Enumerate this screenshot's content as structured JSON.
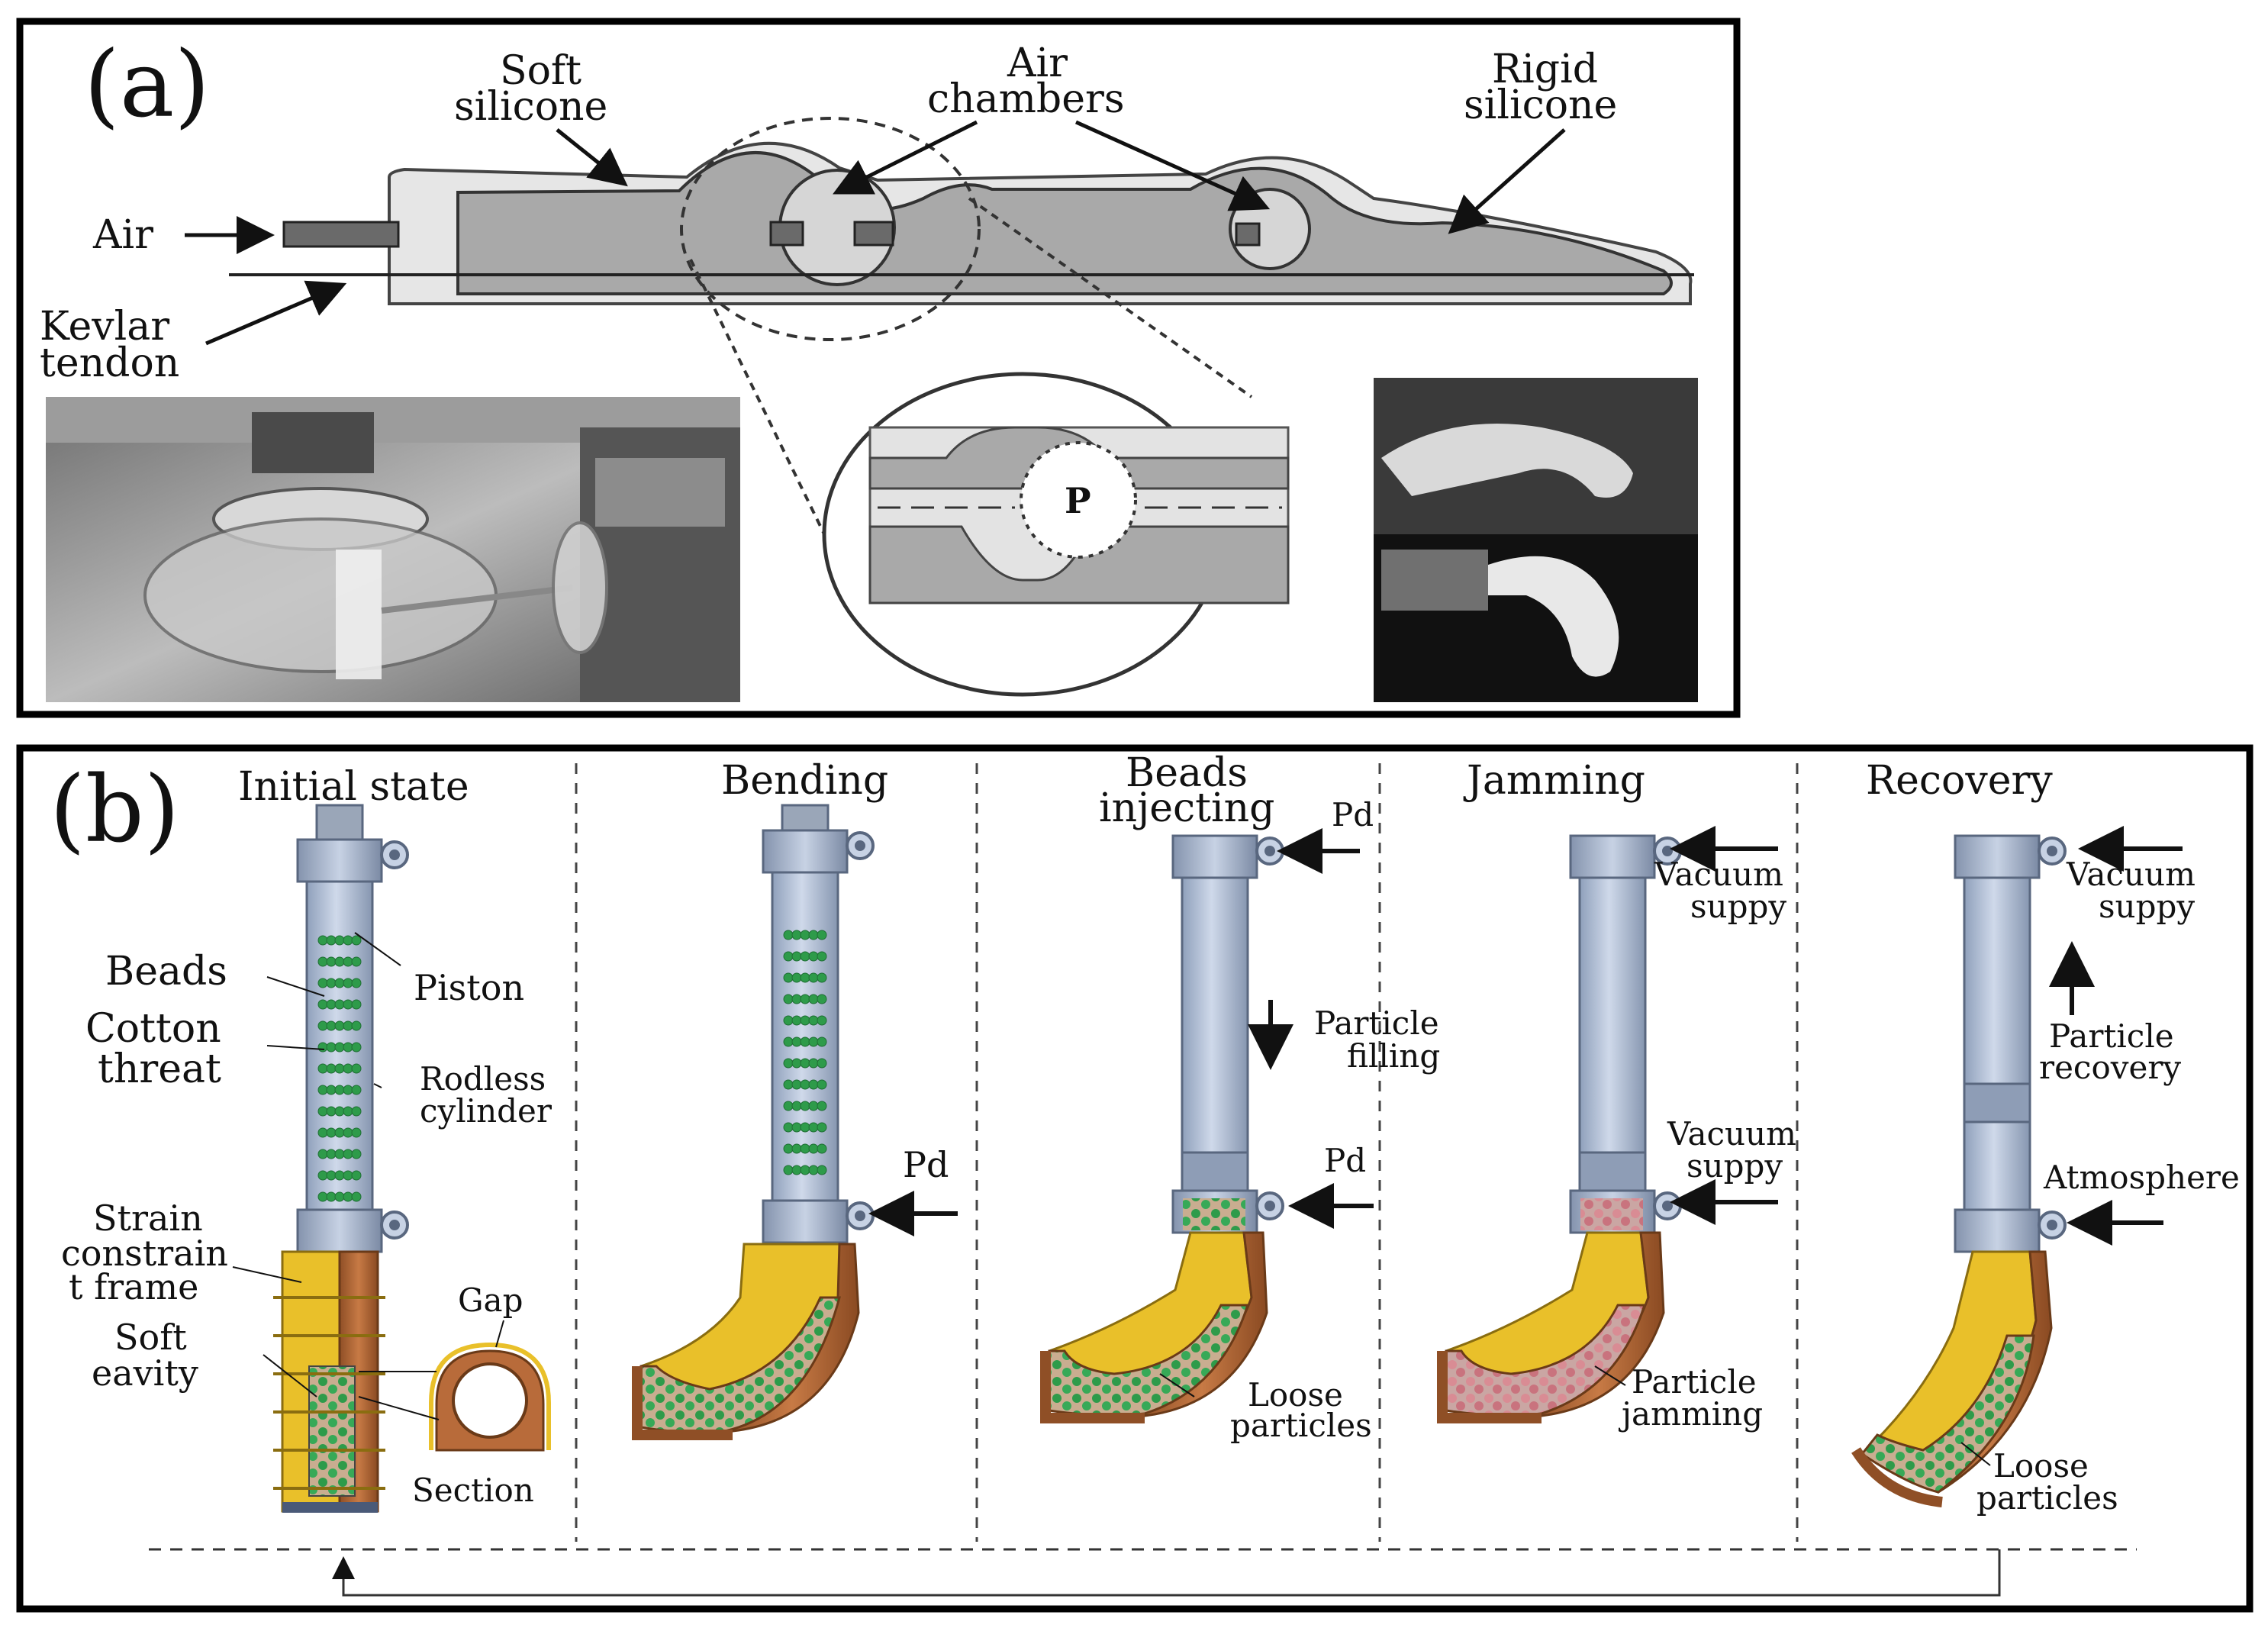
{
  "panel_a": {
    "letter": "(a)",
    "labels": {
      "soft_silicone": [
        "Soft",
        "silicone"
      ],
      "air_chambers": [
        "Air",
        "chambers"
      ],
      "rigid_silicone": [
        "Rigid",
        "silicone"
      ],
      "air": "Air",
      "kevlar_tendon": [
        "Kevlar",
        "tendon"
      ],
      "pressure": "P"
    }
  },
  "panel_b": {
    "letter": "(b)",
    "stages": {
      "s1": "Initial state",
      "s2": "Bending",
      "s3": [
        "Beads",
        "injecting"
      ],
      "s4": "Jamming",
      "s5": "Recovery"
    },
    "labels": {
      "beads": "Beads",
      "cotton_threat": [
        "Cotton",
        "threat"
      ],
      "piston": "Piston",
      "rodless_cylinder": [
        "Rodless",
        "cylinder"
      ],
      "strain_constraint_frame": [
        "Strain",
        "constrain",
        "t frame"
      ],
      "soft_eavity": [
        "Soft",
        "eavity"
      ],
      "gap": "Gap",
      "section": "Section",
      "pd_bending": "Pd",
      "pd_top": "Pd",
      "pd_bottom": "Pd",
      "particle_filling": [
        "Particle",
        "filling"
      ],
      "loose_particles_3": [
        "Loose",
        "particles"
      ],
      "vacuum_supply_top_4": [
        "Vacuum",
        "suppy"
      ],
      "vacuum_supply_bottom_4": [
        "Vacuum",
        "suppy"
      ],
      "particle_jamming": [
        "Particle",
        "jamming"
      ],
      "vacuum_supply_5": [
        "Vacuum",
        "suppy"
      ],
      "particle_recovery": [
        "Particle",
        "recovery"
      ],
      "atmosphere": "Atmosphere",
      "loose_particles_5": [
        "Loose",
        "particles"
      ]
    }
  },
  "colors": {
    "frame": "#000000",
    "silicone_light": "#e6e6e6",
    "silicone_dark": "#a9a9a9",
    "cylinder_blue": "#b9c7dc",
    "cylinder_edge": "#6d7f9a",
    "bead_green": "#2e9b4a",
    "frame_yellow": "#e9c02a",
    "cavity_brown": "#b86b3a",
    "jam_pink": "#d98c94"
  }
}
